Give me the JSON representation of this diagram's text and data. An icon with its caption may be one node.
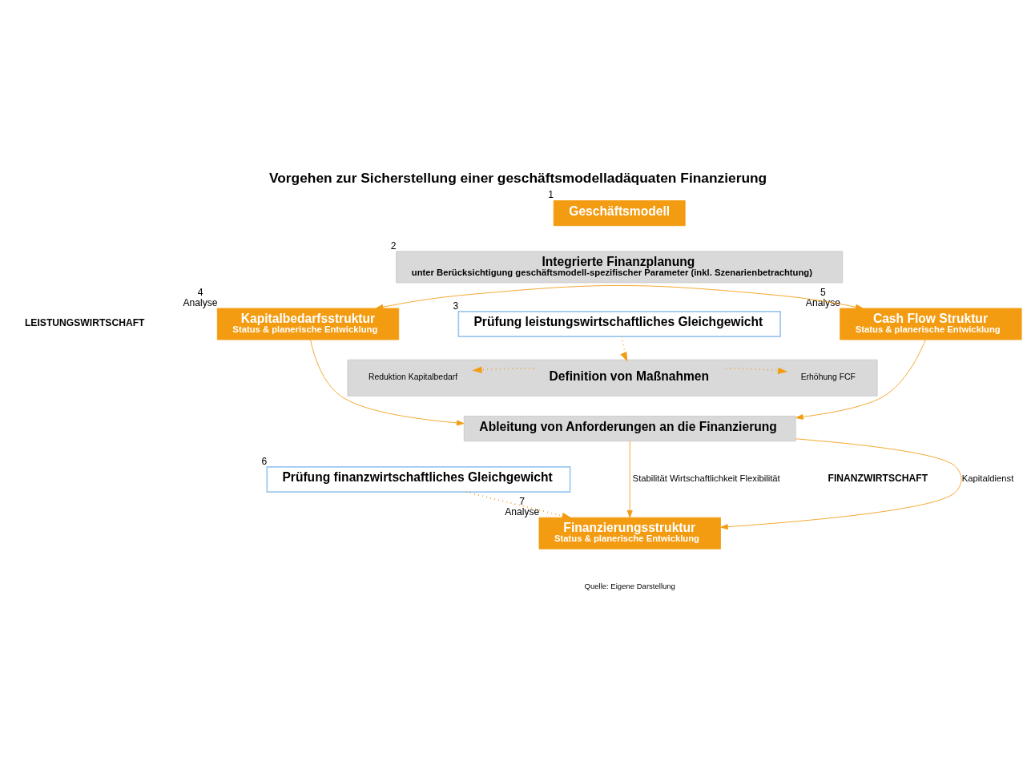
{
  "diagram": {
    "title": "Vorgehen zur Sicherstellung einer geschäftsmodelladäquaten Finanzierung",
    "caption": "Quelle: Eigene Darstellung",
    "nodes": [
      {
        "text": [
          "Geschäftsmodell"
        ],
        "beside": [
          "1"
        ]
      },
      {
        "text": [
          "Integrierte Finanzplanung",
          "unter Berücksichtigung geschäftsmodell-spezifischer Parameter (inkl. Szenarienbetrachtung)"
        ],
        "beside": [
          "2"
        ]
      },
      {
        "text": [
          "Kapitalbedarfsstruktur",
          "Status & planerische Entwicklung"
        ],
        "beside": [
          "4",
          "Analyse"
        ]
      },
      {
        "text": [
          "Prüfung leistungswirtschaftliches Gleichgewicht"
        ],
        "beside": [
          "3"
        ]
      },
      {
        "text": [
          "Cash Flow Struktur",
          "Status & planerische Entwicklung"
        ],
        "beside": [
          "5",
          "Analyse"
        ]
      },
      {
        "text": [],
        "shape": "box"
      },
      {
        "text": [
          "Reduktion Kapitalbedarf"
        ],
        "in": 5
      },
      {
        "text": [
          "Definition von Maßnahmen"
        ],
        "in": 5
      },
      {
        "text": [
          "Erhöhung FCF"
        ],
        "in": 5
      },
      {
        "text": [
          "Ableitung von Anforderungen an die Finanzierung"
        ]
      },
      {
        "text": [
          "Prüfung finanzwirtschaftliches Gleichgewicht"
        ],
        "beside": [
          "6"
        ]
      },
      {
        "text": [
          "Finanzierungsstruktur",
          "Status & planerische Entwicklung"
        ],
        "beside": [
          "7",
          "Analyse"
        ]
      }
    ],
    "edges": [
      {
        "from": 2,
        "to": 4,
        "arrow": "both"
      },
      {
        "from": 3,
        "to": 5,
        "arrow": "to",
        "style": "dashed"
      },
      {
        "from": 7,
        "to": 6,
        "arrow": "to",
        "style": "dashed"
      },
      {
        "from": 7,
        "to": 8,
        "arrow": "to",
        "style": "dashed"
      },
      {
        "from": 2,
        "to": 9,
        "arrow": "to"
      },
      {
        "from": 4,
        "to": 9,
        "arrow": "to"
      },
      {
        "from": 9,
        "to": 11,
        "arrow": "to",
        "label": "Stabilität Wirtschaftlichkeit Flexibilität"
      },
      {
        "from": 10,
        "to": 11,
        "arrow": "to",
        "style": "dashed"
      },
      {
        "from": 9,
        "to": 11,
        "arrow": "to",
        "label": "Kapitaldienst"
      }
    ],
    "labels": [
      "LEISTUNGSWIRTSCHAFT",
      "FINANZWIRTSCHAFT"
    ]
  }
}
